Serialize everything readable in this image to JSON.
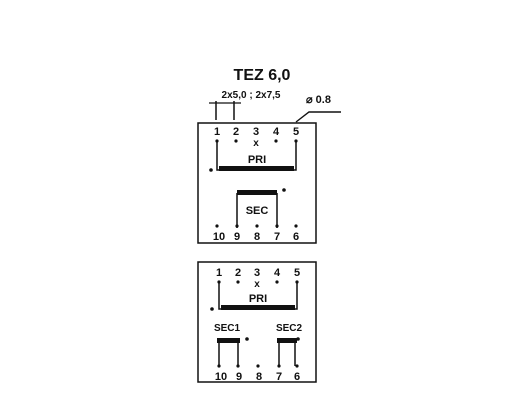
{
  "title": "TEZ 6,0",
  "dimension_label": "2x5,0 ; 2x7,5",
  "wire_label": "⌀ 0.8",
  "colors": {
    "ink": "#111111",
    "background": "#ffffff"
  },
  "top_diagram": {
    "top_pins": [
      "1",
      "2",
      "3",
      "4",
      "5"
    ],
    "top_pin3_mark": "x",
    "bottom_pins": [
      "10",
      "9",
      "8",
      "7",
      "6"
    ],
    "primary_label": "PRI",
    "secondary_label": "SEC"
  },
  "bottom_diagram": {
    "top_pins": [
      "1",
      "2",
      "3",
      "4",
      "5"
    ],
    "top_pin3_mark": "x",
    "bottom_pins": [
      "10",
      "9",
      "8",
      "7",
      "6"
    ],
    "primary_label": "PRI",
    "secondary1_label": "SEC1",
    "secondary2_label": "SEC2"
  }
}
